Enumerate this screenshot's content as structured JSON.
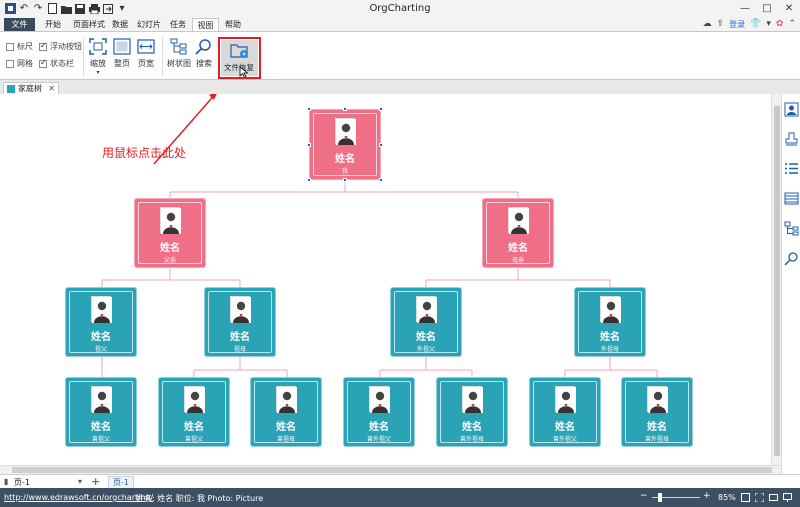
{
  "app": {
    "title": "OrgCharting"
  },
  "menu": {
    "tabs": [
      "文件",
      "开始",
      "页面样式",
      "数据",
      "幻灯片",
      "任务",
      "视图",
      "帮助"
    ],
    "login": "登录"
  },
  "ribbon": {
    "checkboxes": [
      {
        "label": "标尺",
        "checked": false
      },
      {
        "label": "浮动按钮",
        "checked": true
      },
      {
        "label": "网格",
        "checked": false
      },
      {
        "label": "状态栏",
        "checked": true
      }
    ],
    "buttons": {
      "zoom": "缩放",
      "fit_page": "整页",
      "page_width": "页宽",
      "tree_view": "树状图",
      "search": "搜索",
      "file_recovery": "文件恢复"
    }
  },
  "document": {
    "tab_label": "家庭树"
  },
  "annotation": {
    "text": "用鼠标点击此处",
    "color": "#e02020"
  },
  "org": {
    "name_label": "姓名",
    "nodes": [
      {
        "id": "me",
        "role": "我",
        "color": "pink"
      },
      {
        "id": "father",
        "role": "父亲",
        "color": "pink"
      },
      {
        "id": "mother",
        "role": "母亲",
        "color": "pink"
      },
      {
        "id": "grandfather",
        "role": "祖父",
        "color": "teal"
      },
      {
        "id": "grandmother",
        "role": "祖母",
        "color": "teal"
      },
      {
        "id": "maternal-grandfather",
        "role": "外祖父",
        "color": "teal"
      },
      {
        "id": "maternal-grandmother",
        "role": "外祖母",
        "color": "teal"
      },
      {
        "id": "great-grandfather",
        "role": "曾祖父",
        "color": "teal"
      },
      {
        "id": "great-grandmother-1",
        "role": "曾祖父",
        "color": "teal"
      },
      {
        "id": "great-grandmother-2",
        "role": "曾祖母",
        "color": "teal"
      },
      {
        "id": "great-maternal-grandfather-1",
        "role": "曾外祖父",
        "color": "teal"
      },
      {
        "id": "great-maternal-grandmother-1",
        "role": "曾外祖母",
        "color": "teal"
      },
      {
        "id": "great-maternal-grandfather-2",
        "role": "曾外祖父",
        "color": "teal"
      },
      {
        "id": "great-maternal-grandmother-2",
        "role": "曾外祖母",
        "color": "teal"
      }
    ],
    "colors": {
      "pink": "#ef6f86",
      "teal": "#2aa3b6",
      "connector": "#f2a3b3"
    }
  },
  "pages": {
    "tabs": [
      "页-1",
      "页-1"
    ],
    "add": "+"
  },
  "status": {
    "url": "http://www.edrawsoft.cn/orgcharting/",
    "fields": "姓名: 姓名  职位: 我  Photo: Picture",
    "zoom": "85%"
  },
  "icons": {
    "quick_access": [
      "app-logo-icon",
      "undo-icon",
      "redo-icon",
      "new-icon",
      "open-icon",
      "save-icon",
      "print-icon",
      "export-icon",
      "options-icon"
    ],
    "side_panel": [
      "person-card-icon",
      "stamp-icon",
      "list-icon",
      "table-icon",
      "tree-icon",
      "search-icon"
    ]
  }
}
